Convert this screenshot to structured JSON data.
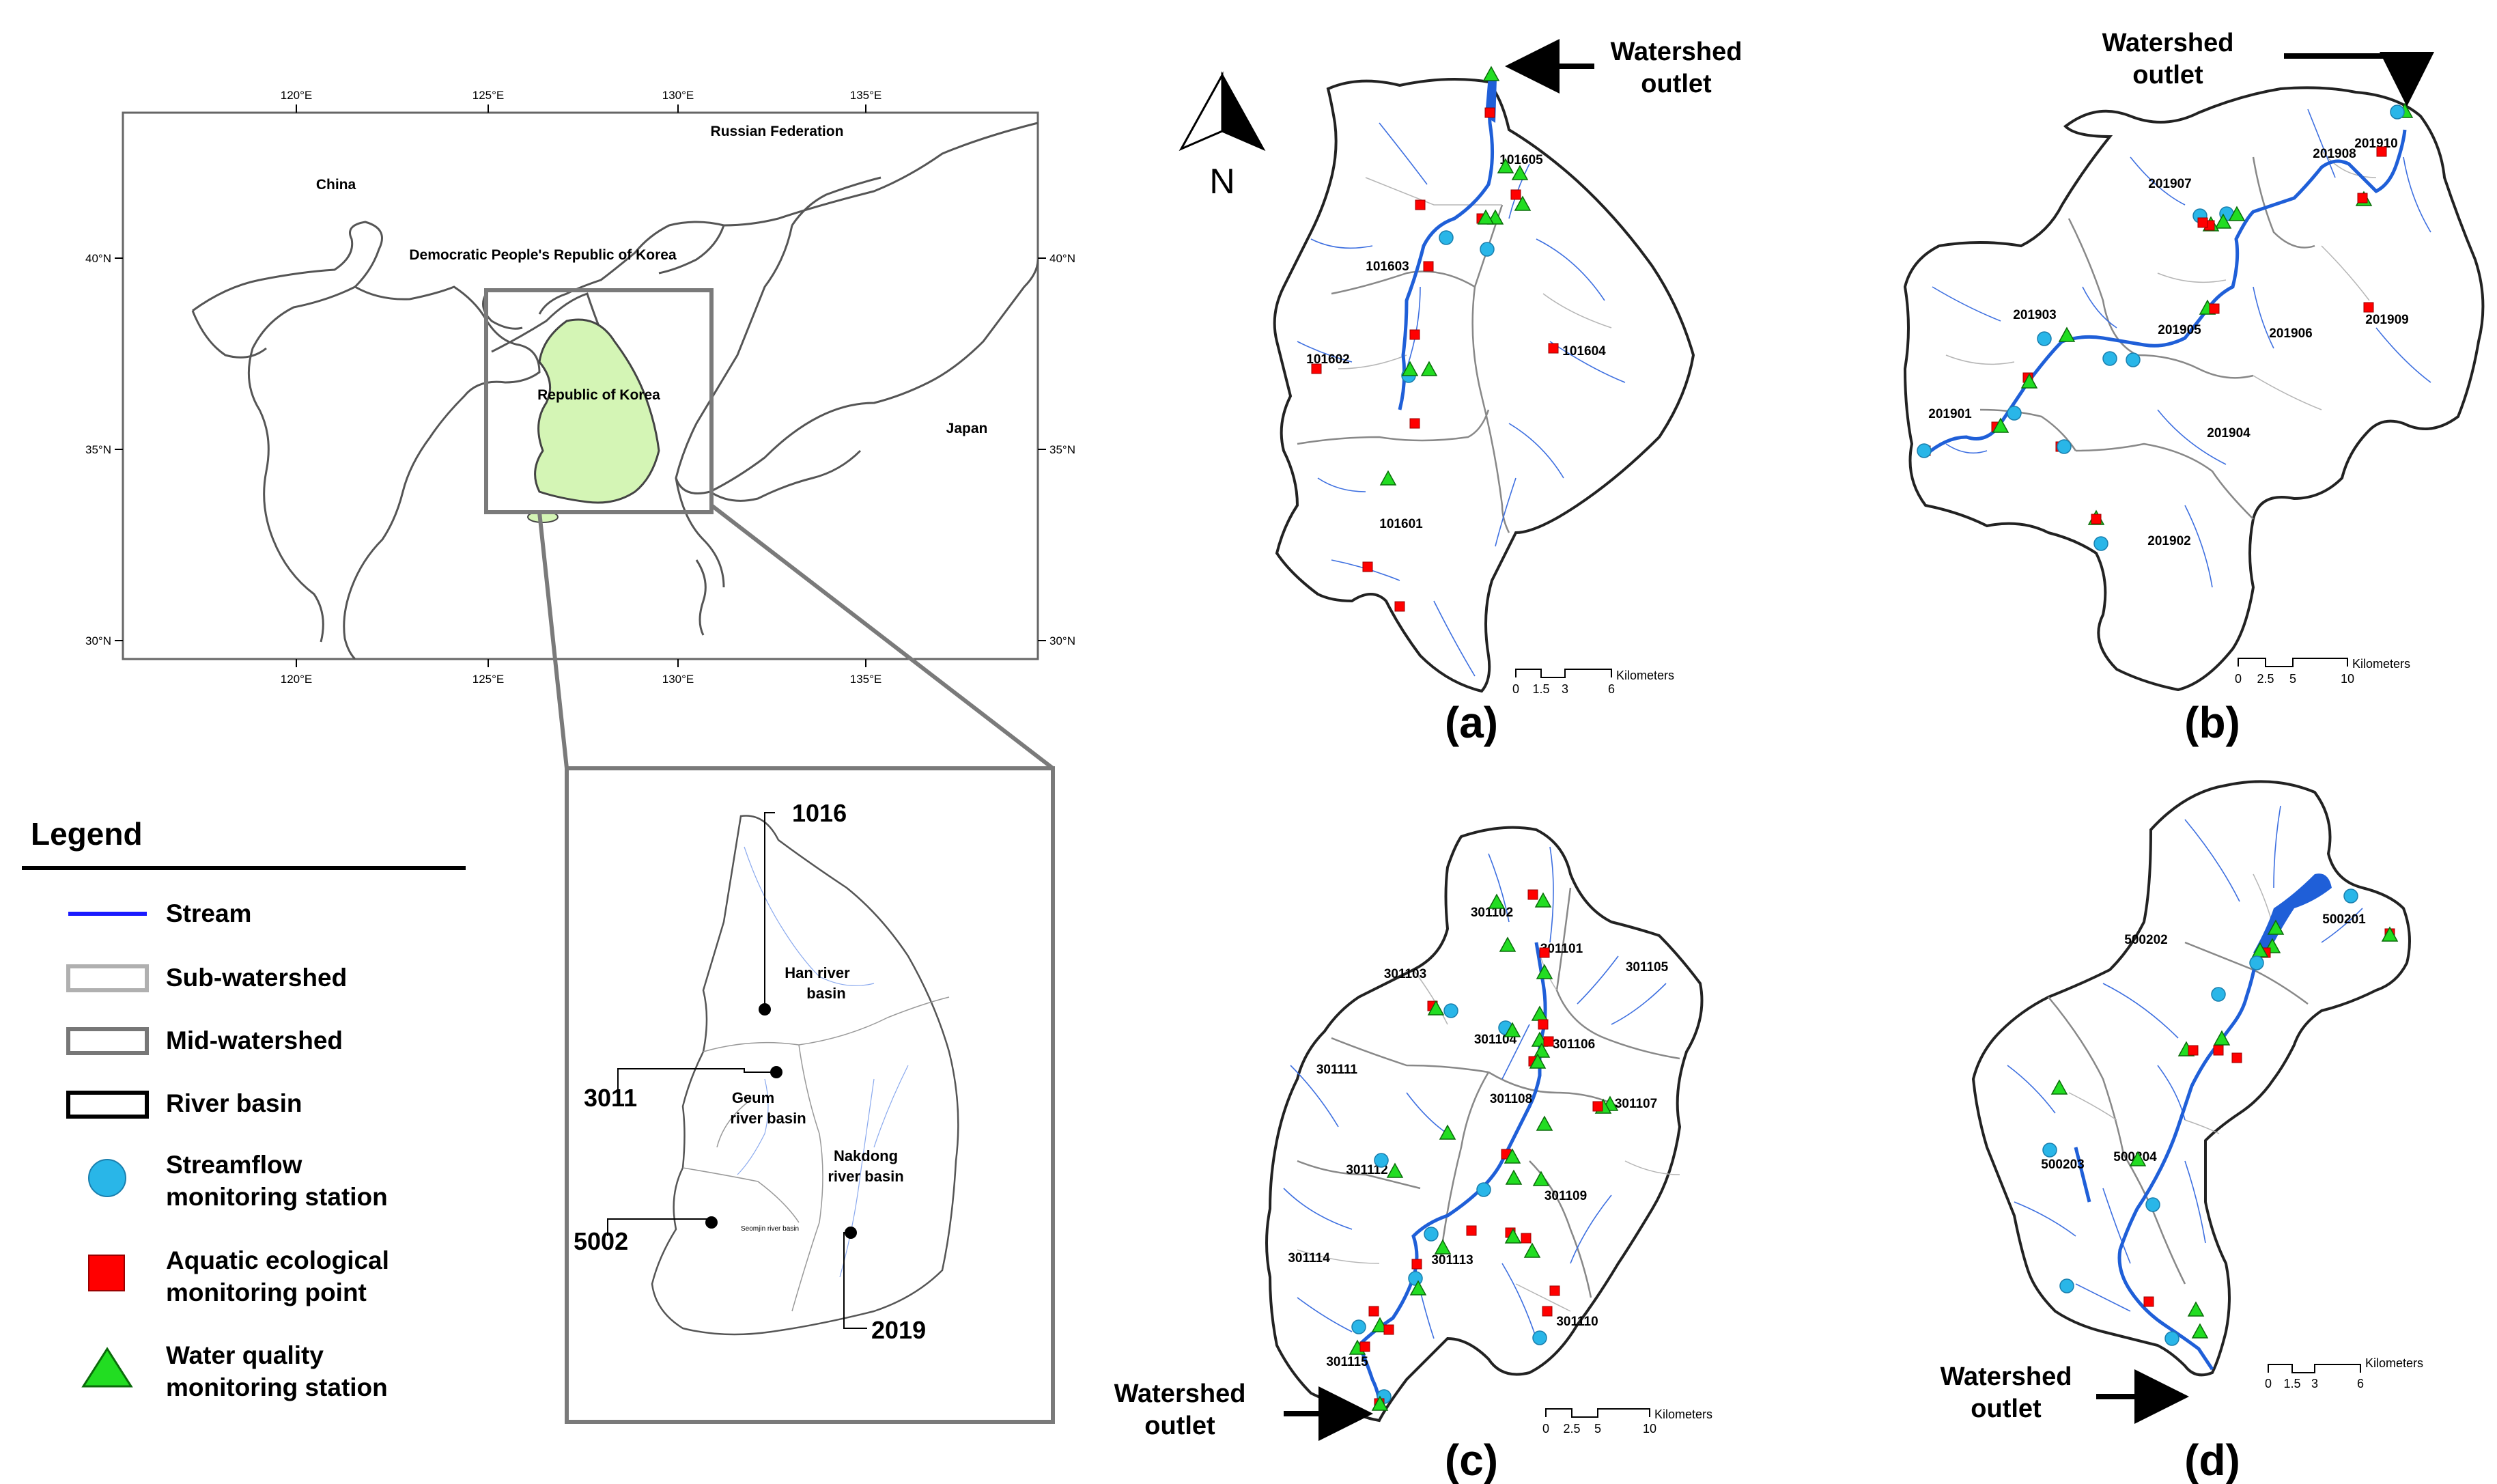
{
  "overview_map": {
    "lon_ticks": [
      "120°E",
      "125°E",
      "130°E",
      "135°E"
    ],
    "lat_ticks": [
      "40°N",
      "35°N",
      "30°N"
    ],
    "countries": {
      "china": "China",
      "russia": "Russian Federation",
      "north_korea": "Democratic People's Republic of Korea",
      "south_korea": "Republic of Korea",
      "japan": "Japan"
    },
    "colors": {
      "korea_fill": "#d4f5b5",
      "frame": "#7a7a7a"
    }
  },
  "inset_map": {
    "basin_labels": {
      "han": [
        "Han river",
        "basin"
      ],
      "geum": [
        "Geum",
        "river basin"
      ],
      "nakdong": [
        "Nakdong",
        "river basin"
      ],
      "seomjin": "Seomjin river basin"
    },
    "codes": [
      "1016",
      "3011",
      "5002",
      "2019"
    ]
  },
  "legend": {
    "title": "Legend",
    "items": [
      {
        "icon": "stream-line",
        "color": "#1a1aff",
        "lines": [
          "Stream"
        ]
      },
      {
        "icon": "sub-watershed-box",
        "color": "#b0b0b0",
        "lines": [
          "Sub-watershed"
        ]
      },
      {
        "icon": "mid-watershed-box",
        "color": "#777777",
        "lines": [
          "Mid-watershed"
        ]
      },
      {
        "icon": "river-basin-box",
        "color": "#000000",
        "lines": [
          "River basin"
        ]
      },
      {
        "icon": "circle",
        "color": "#29b6e8",
        "lines": [
          "Streamflow",
          "monitoring station"
        ]
      },
      {
        "icon": "square",
        "color": "#ff0000",
        "lines": [
          "Aquatic ecological",
          "monitoring point"
        ]
      },
      {
        "icon": "triangle",
        "color": "#22dd22",
        "lines": [
          "Water quality",
          "monitoring station"
        ]
      }
    ]
  },
  "north_arrow": "N",
  "outlet_label": [
    "Watershed",
    "outlet"
  ],
  "scale_unit": "Kilometers",
  "panels": {
    "a": {
      "label": "(a)",
      "subwatersheds": [
        "101605",
        "101603",
        "101602",
        "101604",
        "101601"
      ],
      "scale_ticks": [
        "0",
        "1.5",
        "3",
        "6"
      ]
    },
    "b": {
      "label": "(b)",
      "subwatersheds": [
        "201908",
        "201910",
        "201907",
        "201903",
        "201905",
        "201906",
        "201909",
        "201901",
        "201904",
        "201902"
      ],
      "scale_ticks": [
        "0",
        "2.5",
        "5",
        "10"
      ]
    },
    "c": {
      "label": "(c)",
      "subwatersheds": [
        "301102",
        "301101",
        "301103",
        "301105",
        "301104",
        "301106",
        "301111",
        "301108",
        "301107",
        "301112",
        "301109",
        "301114",
        "301113",
        "301110",
        "301115"
      ],
      "scale_ticks": [
        "0",
        "2.5",
        "5",
        "10"
      ]
    },
    "d": {
      "label": "(d)",
      "subwatersheds": [
        "500201",
        "500202",
        "500203",
        "500204"
      ],
      "scale_ticks": [
        "0",
        "1.5",
        "3",
        "6"
      ]
    }
  }
}
